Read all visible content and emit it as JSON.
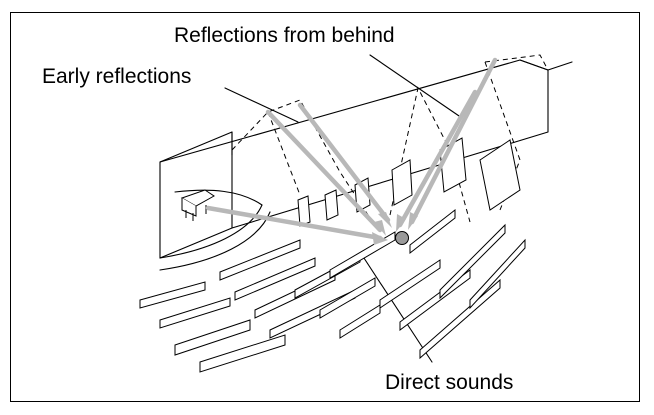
{
  "labels": {
    "reflections_from_behind": "Reflections from behind",
    "early_reflections": "Early reflections",
    "direct_sounds": "Direct sounds"
  },
  "colors": {
    "line": "#000000",
    "arrow": "#b8b8b8",
    "listener": "#9a9a9a",
    "background": "#ffffff"
  },
  "icons": {
    "piano": "grand-piano-icon",
    "listener": "listener-head-icon"
  }
}
